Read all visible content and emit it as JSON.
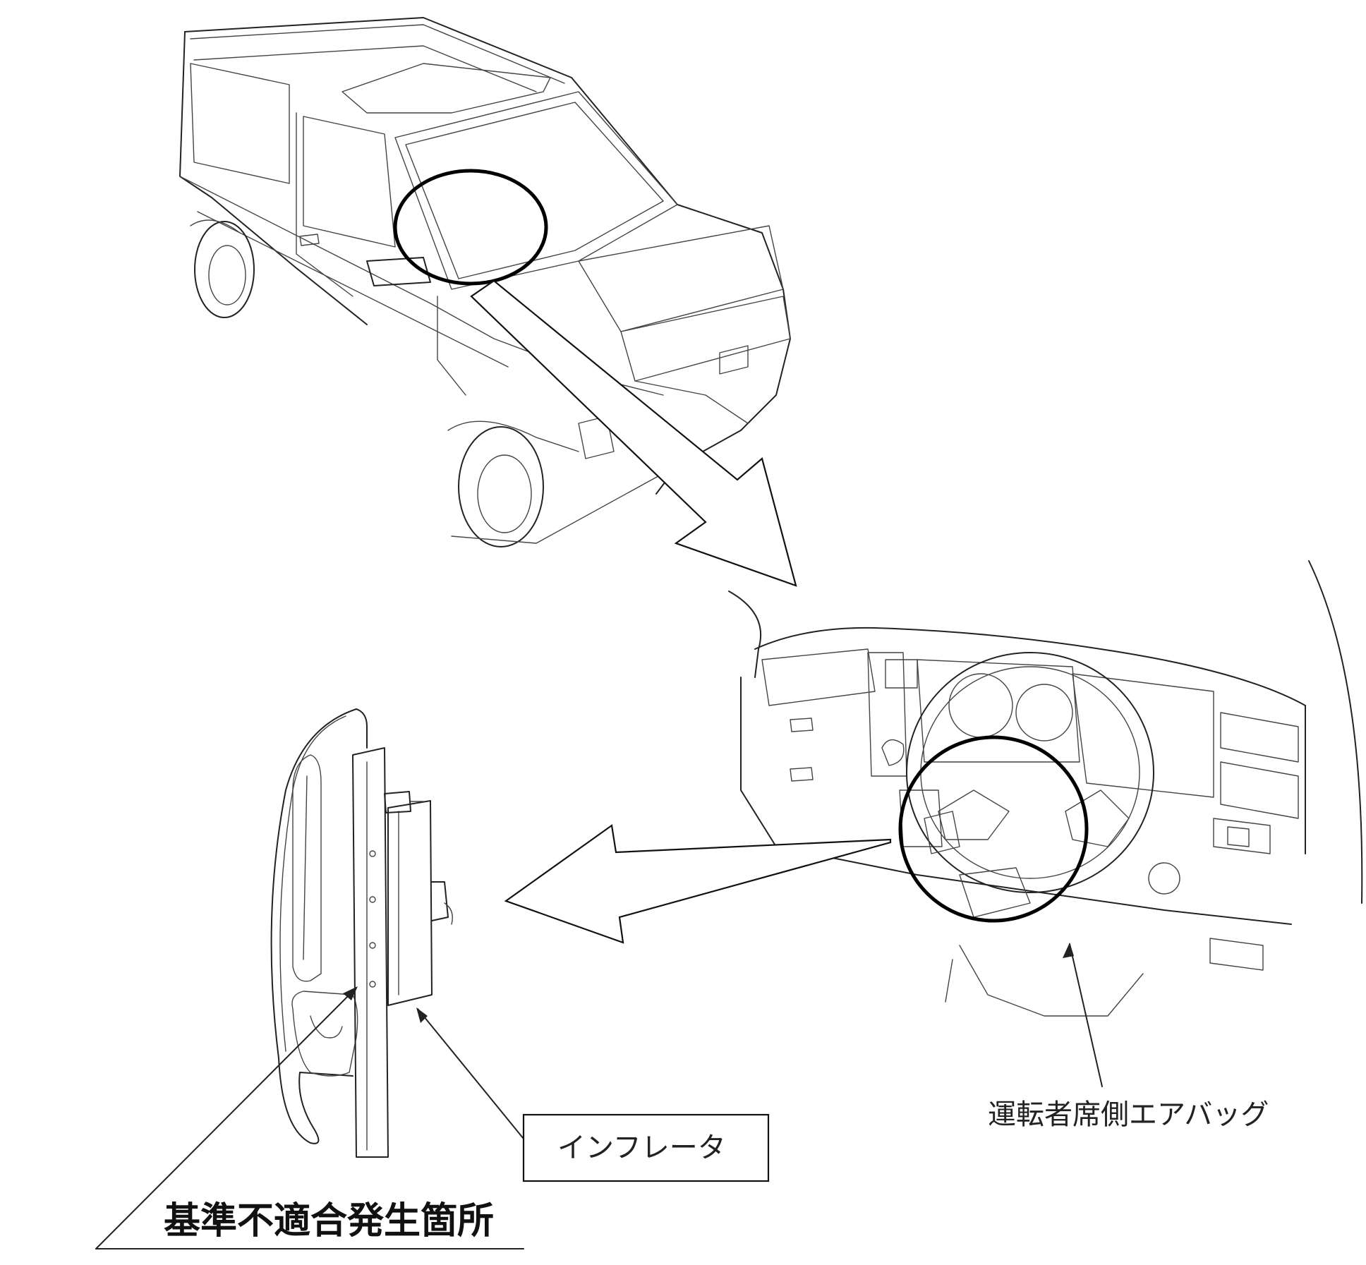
{
  "labels": {
    "driver_airbag": "運転者席側エアバッグ",
    "inflator": "インフレータ",
    "nonconformity_location": "基準不適合発生箇所"
  },
  "icons": [
    "van-illustration",
    "dashboard-illustration",
    "airbag-module-illustration"
  ],
  "colors": {
    "line": "#222222",
    "background": "#ffffff"
  }
}
